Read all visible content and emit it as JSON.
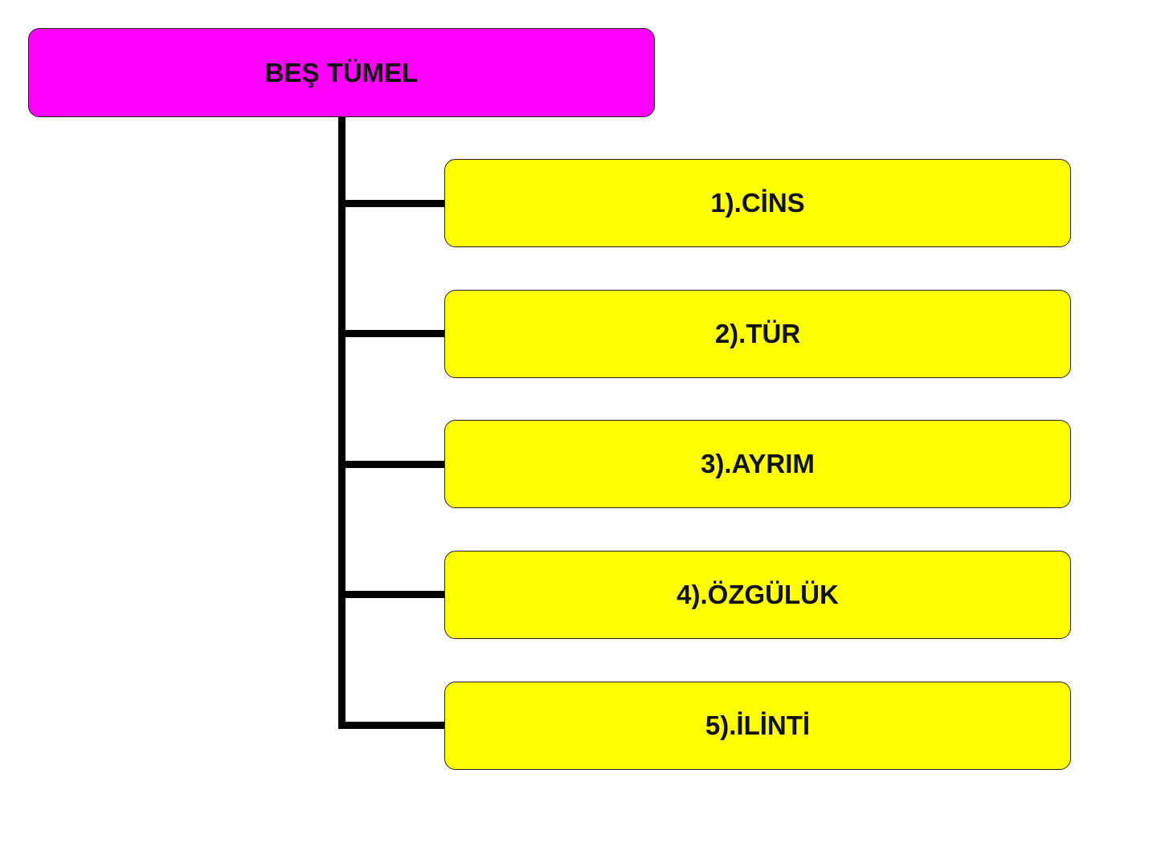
{
  "diagram": {
    "root": {
      "label": "BEŞ TÜMEL",
      "color": "#ff00ff"
    },
    "children": [
      {
        "label": "1).CİNS",
        "color": "#ffff00"
      },
      {
        "label": "2).TÜR",
        "color": "#ffff00"
      },
      {
        "label": "3).AYRIM",
        "color": "#ffff00"
      },
      {
        "label": "4).ÖZGÜLÜK",
        "color": "#ffff00"
      },
      {
        "label": "5).İLİNTİ",
        "color": "#ffff00"
      }
    ],
    "connector_color": "#000000"
  }
}
